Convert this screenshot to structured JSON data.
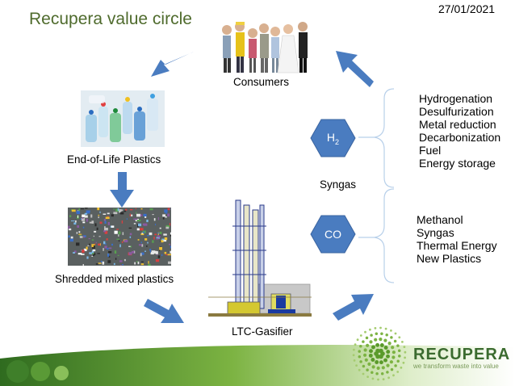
{
  "slide": {
    "title": "Recupera value circle",
    "date": "27/01/2021"
  },
  "nodes": {
    "consumers": "Consumers",
    "eol_plastics": "End-of-Life Plastics",
    "shredded": "Shredded mixed plastics",
    "gasifier": "LTC-Gasifier",
    "syngas": "Syngas"
  },
  "hexagons": {
    "h2_base": "H",
    "h2_sub": "2",
    "co": "CO"
  },
  "h2_uses": [
    "Hydrogenation",
    "Desulfurization",
    "Metal reduction",
    "Decarbonization",
    "Fuel",
    "Energy storage"
  ],
  "co_uses": [
    "Methanol",
    "Syngas",
    "Thermal Energy",
    "New Plastics"
  ],
  "logo": {
    "name": "RECUPERA",
    "tagline": "we transform waste into value"
  },
  "colors": {
    "title": "#4f6b2d",
    "arrow": "#4a7cc0",
    "hexagon": "#4a7cc0",
    "brand_green": "#3b6b2f"
  }
}
